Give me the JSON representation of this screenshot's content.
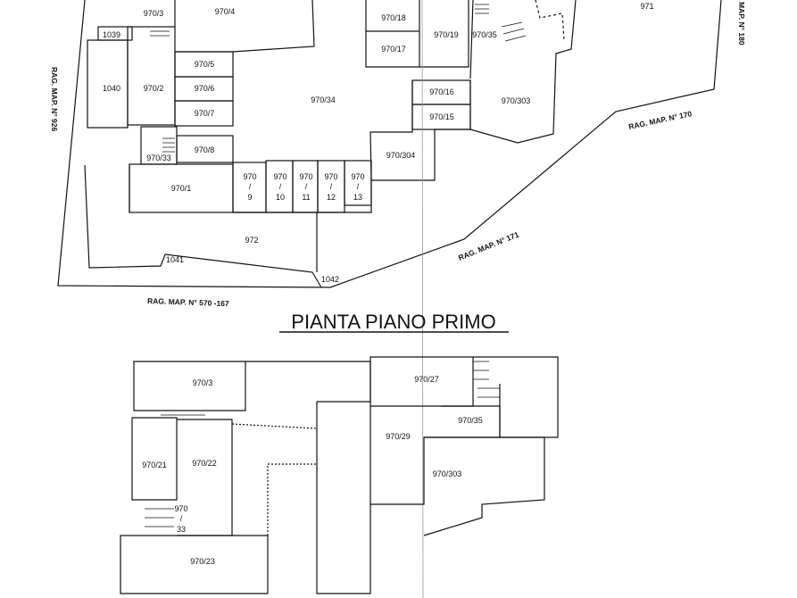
{
  "title": "PIANTA PIANO PRIMO",
  "ground_floor": {
    "rooms": [
      "970/4",
      "1039",
      "970/3",
      "1040",
      "970/2",
      "970/5",
      "970/6",
      "970/7",
      "970/8",
      "970/33",
      "970/1",
      "970/34",
      "970/18",
      "970/17",
      "970/19",
      "970/35",
      "971",
      "970/16",
      "970/15",
      "970/303",
      "970/304",
      "972",
      "1041",
      "1042"
    ],
    "numbered_units": [
      {
        "top": "970",
        "sep": "/",
        "bottom": "9"
      },
      {
        "top": "970",
        "sep": "/",
        "bottom": "10"
      },
      {
        "top": "970",
        "sep": "/",
        "bottom": "11"
      },
      {
        "top": "970",
        "sep": "/",
        "bottom": "12"
      },
      {
        "top": "970",
        "sep": "/",
        "bottom": "13"
      }
    ]
  },
  "first_floor": {
    "rooms": [
      "970/3",
      "970/27",
      "970/35",
      "970/29",
      "970/303",
      "970/21",
      "970/22",
      "970/23"
    ],
    "unit_33": {
      "top": "970",
      "sep": "/",
      "bottom": "33"
    }
  },
  "references": [
    "RAG. MAP. N° 926",
    "RAG. MAP. N° 570 -167",
    "RAG. MAP. N° 171",
    "RAG. MAP. N° 170",
    "MAP. N° 180"
  ]
}
